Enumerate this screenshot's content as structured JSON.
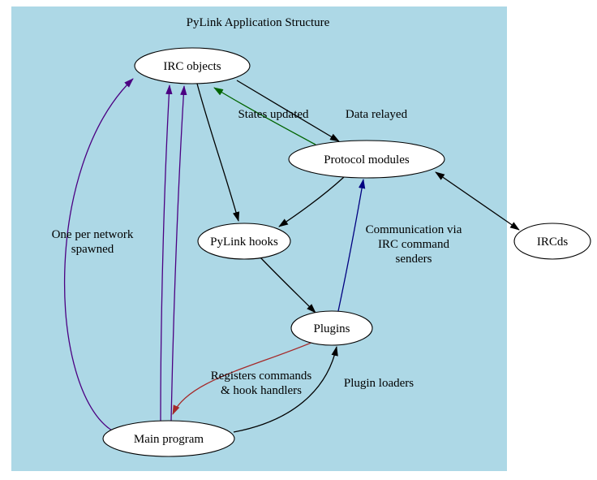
{
  "title": "PyLink Application Structure",
  "colors": {
    "background": "#add8e6",
    "node_fill": "#ffffff",
    "node_stroke": "#000000",
    "edge_black": "#000000",
    "edge_green": "#006400",
    "edge_navy": "#000080",
    "edge_purple": "#4b0082",
    "edge_darkred": "#a52a2a"
  },
  "nodes": {
    "irc_objects": {
      "label": "IRC objects"
    },
    "protocol_modules": {
      "label": "Protocol modules"
    },
    "ircds": {
      "label": "IRCds"
    },
    "pylink_hooks": {
      "label": "PyLink hooks"
    },
    "plugins": {
      "label": "Plugins"
    },
    "main_program": {
      "label": "Main program"
    }
  },
  "edges": {
    "data_relayed": {
      "label": "Data relayed"
    },
    "states_updated": {
      "label": "States updated"
    },
    "plugin_loaders": {
      "label": "Plugin loaders"
    },
    "one_per_network": {
      "lines": [
        "One per network",
        "spawned"
      ]
    },
    "communication": {
      "lines": [
        "Communication via",
        "IRC command",
        "senders"
      ]
    },
    "registers": {
      "lines": [
        "Registers commands",
        "& hook handlers"
      ]
    }
  }
}
